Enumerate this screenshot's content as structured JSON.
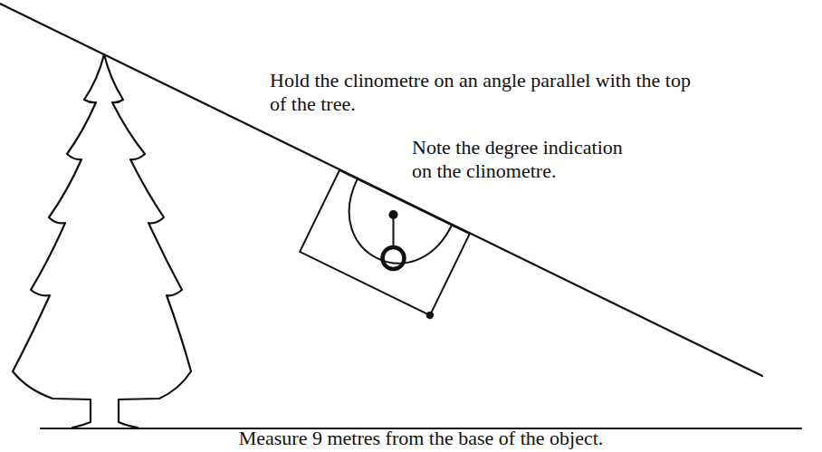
{
  "diagram": {
    "labels": [
      "Hold the clinometre on an angle parallel with the top of the tree.",
      "Note the degree indication on the clinometre.",
      "Measure 9 metres from the base of the object."
    ]
  }
}
